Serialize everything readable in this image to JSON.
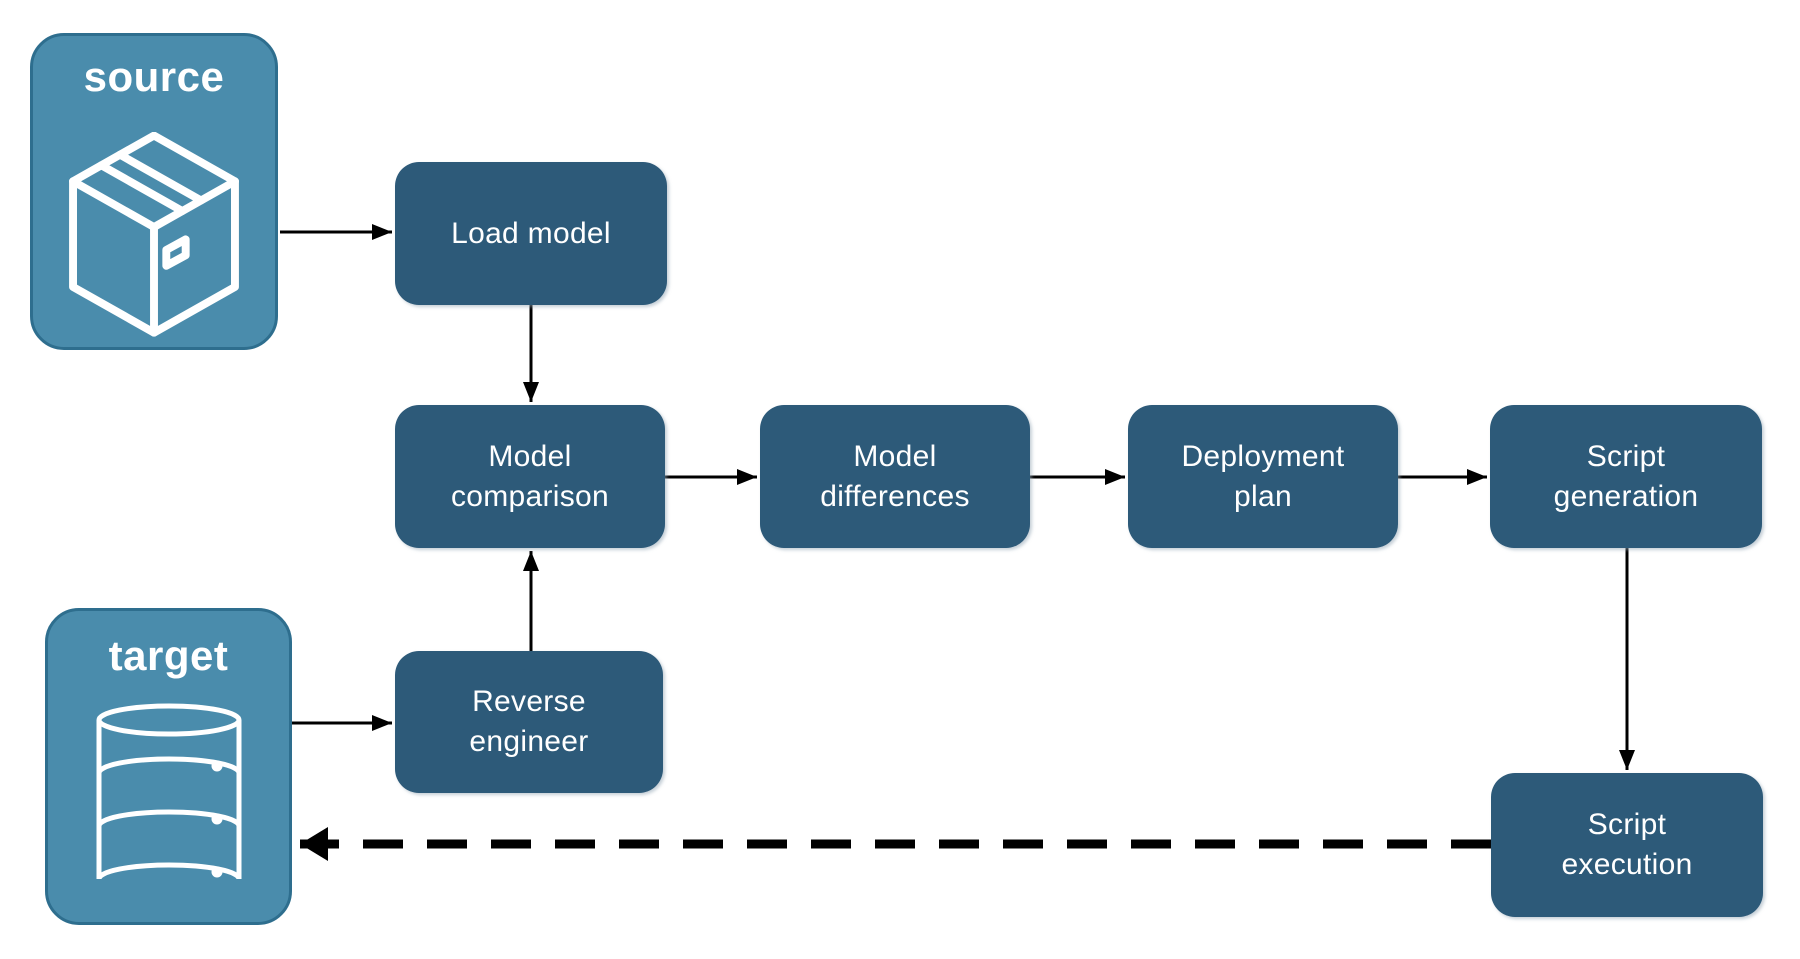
{
  "diagram": {
    "containers": [
      {
        "id": "source",
        "label": "source",
        "icon": "package-icon"
      },
      {
        "id": "target",
        "label": "target",
        "icon": "database-icon"
      }
    ],
    "nodes": [
      {
        "id": "load-model",
        "label": "Load model"
      },
      {
        "id": "model-comparison",
        "label": "Model\ncomparison"
      },
      {
        "id": "model-differences",
        "label": "Model\ndifferences"
      },
      {
        "id": "deployment-plan",
        "label": "Deployment\nplan"
      },
      {
        "id": "script-generation",
        "label": "Script\ngeneration"
      },
      {
        "id": "reverse-engineer",
        "label": "Reverse\nengineer"
      },
      {
        "id": "script-execution",
        "label": "Script\nexecution"
      }
    ],
    "edges": [
      {
        "from": "source",
        "to": "load-model",
        "style": "solid"
      },
      {
        "from": "load-model",
        "to": "model-comparison",
        "style": "solid"
      },
      {
        "from": "target",
        "to": "reverse-engineer",
        "style": "solid"
      },
      {
        "from": "reverse-engineer",
        "to": "model-comparison",
        "style": "solid"
      },
      {
        "from": "model-comparison",
        "to": "model-differences",
        "style": "solid"
      },
      {
        "from": "model-differences",
        "to": "deployment-plan",
        "style": "solid"
      },
      {
        "from": "deployment-plan",
        "to": "script-generation",
        "style": "solid"
      },
      {
        "from": "script-generation",
        "to": "script-execution",
        "style": "solid"
      },
      {
        "from": "script-execution",
        "to": "target",
        "style": "dashed"
      }
    ],
    "colors": {
      "node_fill": "#2D5A79",
      "container_fill": "#4A8CAC",
      "container_border": "#2E6E8E",
      "icon_stroke": "#FFFFFF",
      "text": "#FFFFFF",
      "arrow": "#000000",
      "background": "#FFFFFF"
    }
  }
}
